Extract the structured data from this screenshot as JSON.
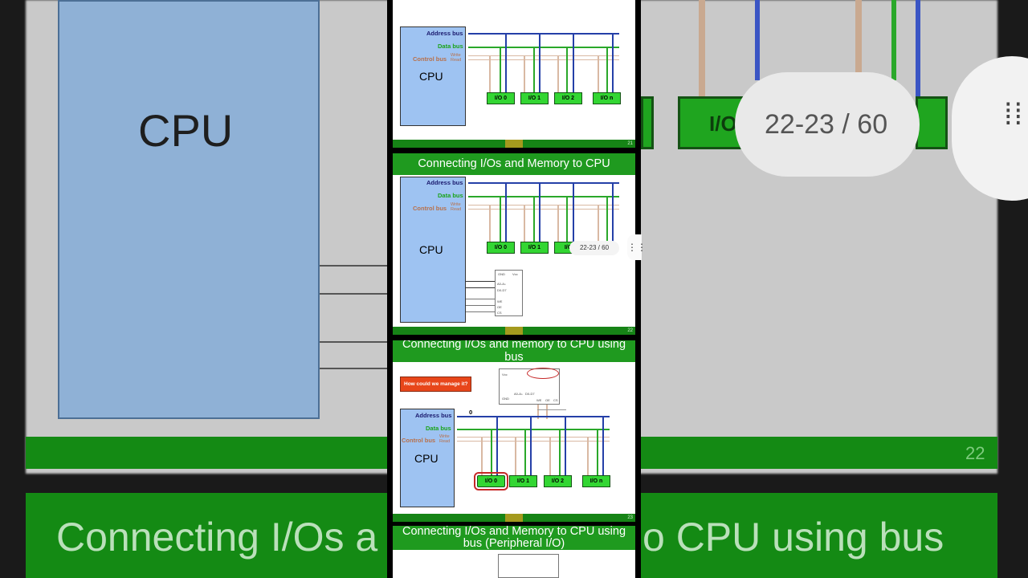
{
  "backdrop": {
    "cpu_label": "CPU",
    "io_label": "I/O",
    "title_left": "Connecting I/Os a",
    "title_right": "o CPU using bus",
    "slide_number": "22",
    "page_indicator": "22-23 / 60"
  },
  "slides": [
    {
      "number": "21",
      "cpu_label": "CPU",
      "bus_labels": {
        "address": "Address bus",
        "data": "Data bus",
        "control": "Control bus",
        "write": "Write",
        "read": "Read"
      },
      "io_labels": [
        "I/O 0",
        "I/O 1",
        "I/O 2",
        "I/O n"
      ]
    },
    {
      "title": "Connecting I/Os and Memory to CPU",
      "number": "22",
      "cpu_label": "CPU",
      "bus_labels": {
        "address": "Address bus",
        "data": "Data bus",
        "control": "Control bus",
        "write": "Write",
        "read": "Read"
      },
      "io_labels": [
        "I/O 0",
        "I/O 1",
        "I/O"
      ],
      "memory": {
        "gnd": "GND",
        "vcc": "Vcc",
        "addr": "A0-Aₙ",
        "data": "D0-D7",
        "we": "WE",
        "oe": "OE",
        "cs": "CS"
      }
    },
    {
      "title": "Connecting I/Os and memory to CPU using bus",
      "number": "23",
      "prompt": "How could we manage it?",
      "zero_label": "0",
      "cpu_label": "CPU",
      "bus_labels": {
        "address": "Address bus",
        "data": "Data bus",
        "control": "Control bus",
        "write": "Write",
        "read": "Read"
      },
      "io_labels": [
        "I/O 0",
        "I/O 1",
        "I/O 2",
        "I/O n"
      ],
      "memory": {
        "gnd": "GND",
        "vcc": "Vcc",
        "addr": "A0-Aₙ",
        "data": "D0-D7",
        "we": "WE",
        "oe": "OE",
        "cs": "CS"
      }
    },
    {
      "title": "Connecting I/Os and Memory to CPU using bus (Peripheral I/O)"
    }
  ],
  "overlay": {
    "page_indicator": "22-23 / 60",
    "more_icon": "⋮⋮"
  }
}
